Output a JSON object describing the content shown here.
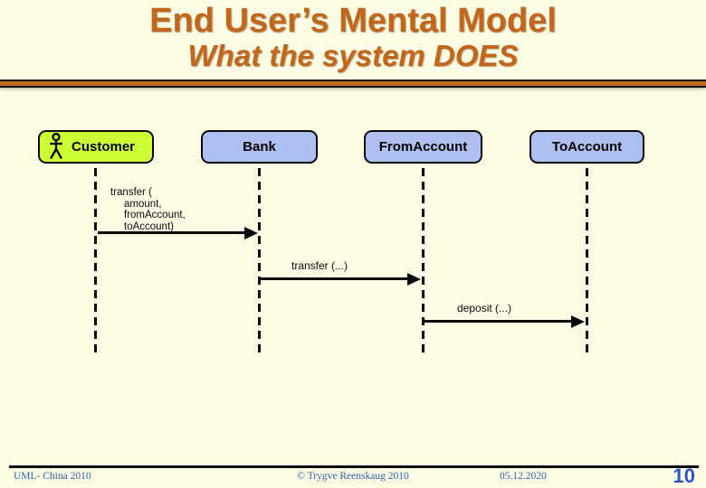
{
  "slide": {
    "title": "End User’s Mental Model",
    "subtitle": "What the system DOES"
  },
  "diagram": {
    "type": "uml-sequence",
    "actors": [
      {
        "id": "customer",
        "label": "Customer",
        "kind": "actor",
        "fill": "#CCFF33"
      },
      {
        "id": "bank",
        "label": "Bank",
        "kind": "object",
        "fill": "#AEBFF0"
      },
      {
        "id": "fromaccount",
        "label": "FromAccount",
        "kind": "object",
        "fill": "#AEBFF0"
      },
      {
        "id": "toaccount",
        "label": "ToAccount",
        "kind": "object",
        "fill": "#AEBFF0"
      }
    ],
    "messages": [
      {
        "from": "customer",
        "to": "bank",
        "lines": [
          "transfer (",
          "amount,",
          "fromAccount,",
          "toAccount)"
        ]
      },
      {
        "from": "bank",
        "to": "fromaccount",
        "label": "transfer (...)"
      },
      {
        "from": "fromaccount",
        "to": "toaccount",
        "label": "deposit (...)"
      }
    ]
  },
  "footer": {
    "left": "UML- China 2010",
    "center": "© Trygve Reenskaug 2010",
    "date": "05.12.2020",
    "page_number": "10"
  },
  "colors": {
    "background": "#FDFDE6",
    "title_orange": "#C2661C",
    "divider_orange": "#C06A20",
    "actor_green": "#CCFF33",
    "object_blue": "#AEBFF0",
    "footer_blue": "#2E5FA3",
    "page_number_blue": "#2957C8",
    "line_black": "#0A0A0A"
  }
}
